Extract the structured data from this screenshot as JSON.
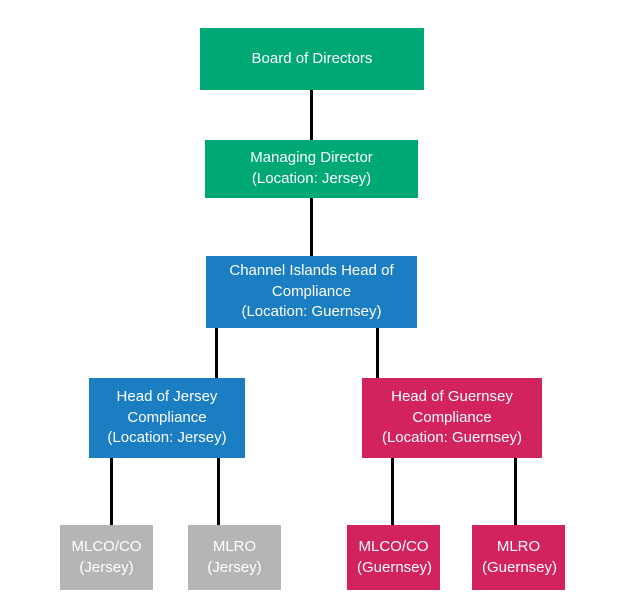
{
  "diagram": {
    "type": "org-chart",
    "background": "#FFFFFF",
    "connector_color": "#000000",
    "text_color": "#FFFFFF",
    "palette": {
      "green": "#00A876",
      "blue": "#1B7EC2",
      "pink": "#D2235C",
      "gray": "#B5B5B5"
    },
    "nodes": {
      "board": {
        "title": "Board of Directors",
        "color": "#00A876"
      },
      "managing_director": {
        "title": "Managing Director",
        "location": "(Location: Jersey)",
        "color": "#00A876"
      },
      "ci_head_of_compliance": {
        "title": "Channel Islands Head of Compliance",
        "location": "(Location: Guernsey)",
        "color": "#1B7EC2"
      },
      "head_jersey_compliance": {
        "title": "Head of Jersey Compliance",
        "location": "(Location: Jersey)",
        "color": "#1B7EC2"
      },
      "head_guernsey_compliance": {
        "title": "Head of Guernsey Compliance",
        "location": "(Location: Guernsey)",
        "color": "#D2235C"
      },
      "mlco_jersey": {
        "title": "MLCO/CO",
        "location": "(Jersey)",
        "color": "#B5B5B5"
      },
      "mlro_jersey": {
        "title": "MLRO",
        "location": "(Jersey)",
        "color": "#B5B5B5"
      },
      "mlco_guernsey": {
        "title": "MLCO/CO",
        "location": "(Guernsey)",
        "color": "#D2235C"
      },
      "mlro_guernsey": {
        "title": "MLRO",
        "location": "(Guernsey)",
        "color": "#D2235C"
      }
    },
    "edges": [
      {
        "from": "board",
        "to": "managing_director"
      },
      {
        "from": "managing_director",
        "to": "ci_head_of_compliance"
      },
      {
        "from": "ci_head_of_compliance",
        "to": "head_jersey_compliance"
      },
      {
        "from": "ci_head_of_compliance",
        "to": "head_guernsey_compliance"
      },
      {
        "from": "head_jersey_compliance",
        "to": "mlco_jersey"
      },
      {
        "from": "head_jersey_compliance",
        "to": "mlro_jersey"
      },
      {
        "from": "head_guernsey_compliance",
        "to": "mlco_guernsey"
      },
      {
        "from": "head_guernsey_compliance",
        "to": "mlro_guernsey"
      }
    ]
  }
}
